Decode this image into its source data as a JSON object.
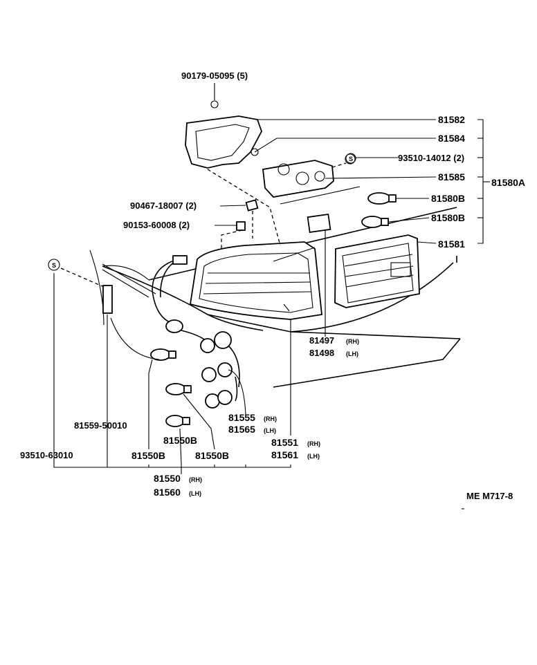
{
  "diagram": {
    "code": "ME M717-8",
    "parts": {
      "p90179": "90179-05095 (5)",
      "p81582": "81582",
      "p81584": "81584",
      "p93510_14012": "93510-14012 (2)",
      "p81585": "81585",
      "p81580A": "81580A",
      "p90467": "90467-18007 (2)",
      "p81580B_a": "81580B",
      "p90153": "90153-60008 (2)",
      "p81580B_b": "81580B",
      "p81581": "81581",
      "p81497": "81497",
      "p81498": "81498",
      "p81559": "81559-50010",
      "p81555": "81555",
      "p81565": "81565",
      "p81550B_a": "81550B",
      "p81551": "81551",
      "p81561": "81561",
      "p93510_63010": "93510-63010",
      "p81550B_b": "81550B",
      "p81550B_c": "81550B",
      "p81550": "81550",
      "p81560": "81560"
    },
    "side": {
      "rh": "(RH)",
      "lh": "(LH)"
    },
    "symbol_s": "S"
  }
}
